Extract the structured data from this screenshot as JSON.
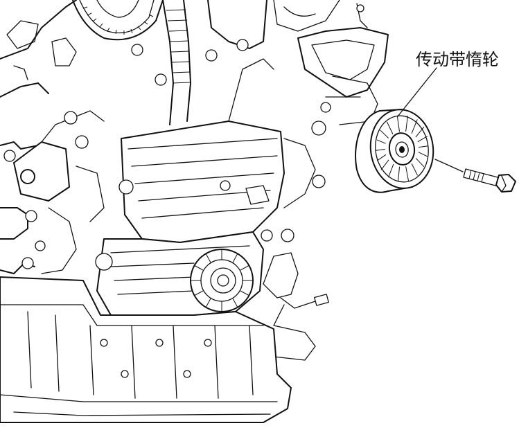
{
  "callout": {
    "label": "传动带惰轮",
    "leader_color": "#111111"
  },
  "components": {
    "pulley": "belt-idler-pulley",
    "bolt": "pulley-mounting-bolt",
    "engine": "engine-front-assembly",
    "crank_pulley": "crankshaft-sprocket",
    "cam_sprocket": "camshaft-timing-sprocket",
    "oil_pan": "oil-pan"
  }
}
